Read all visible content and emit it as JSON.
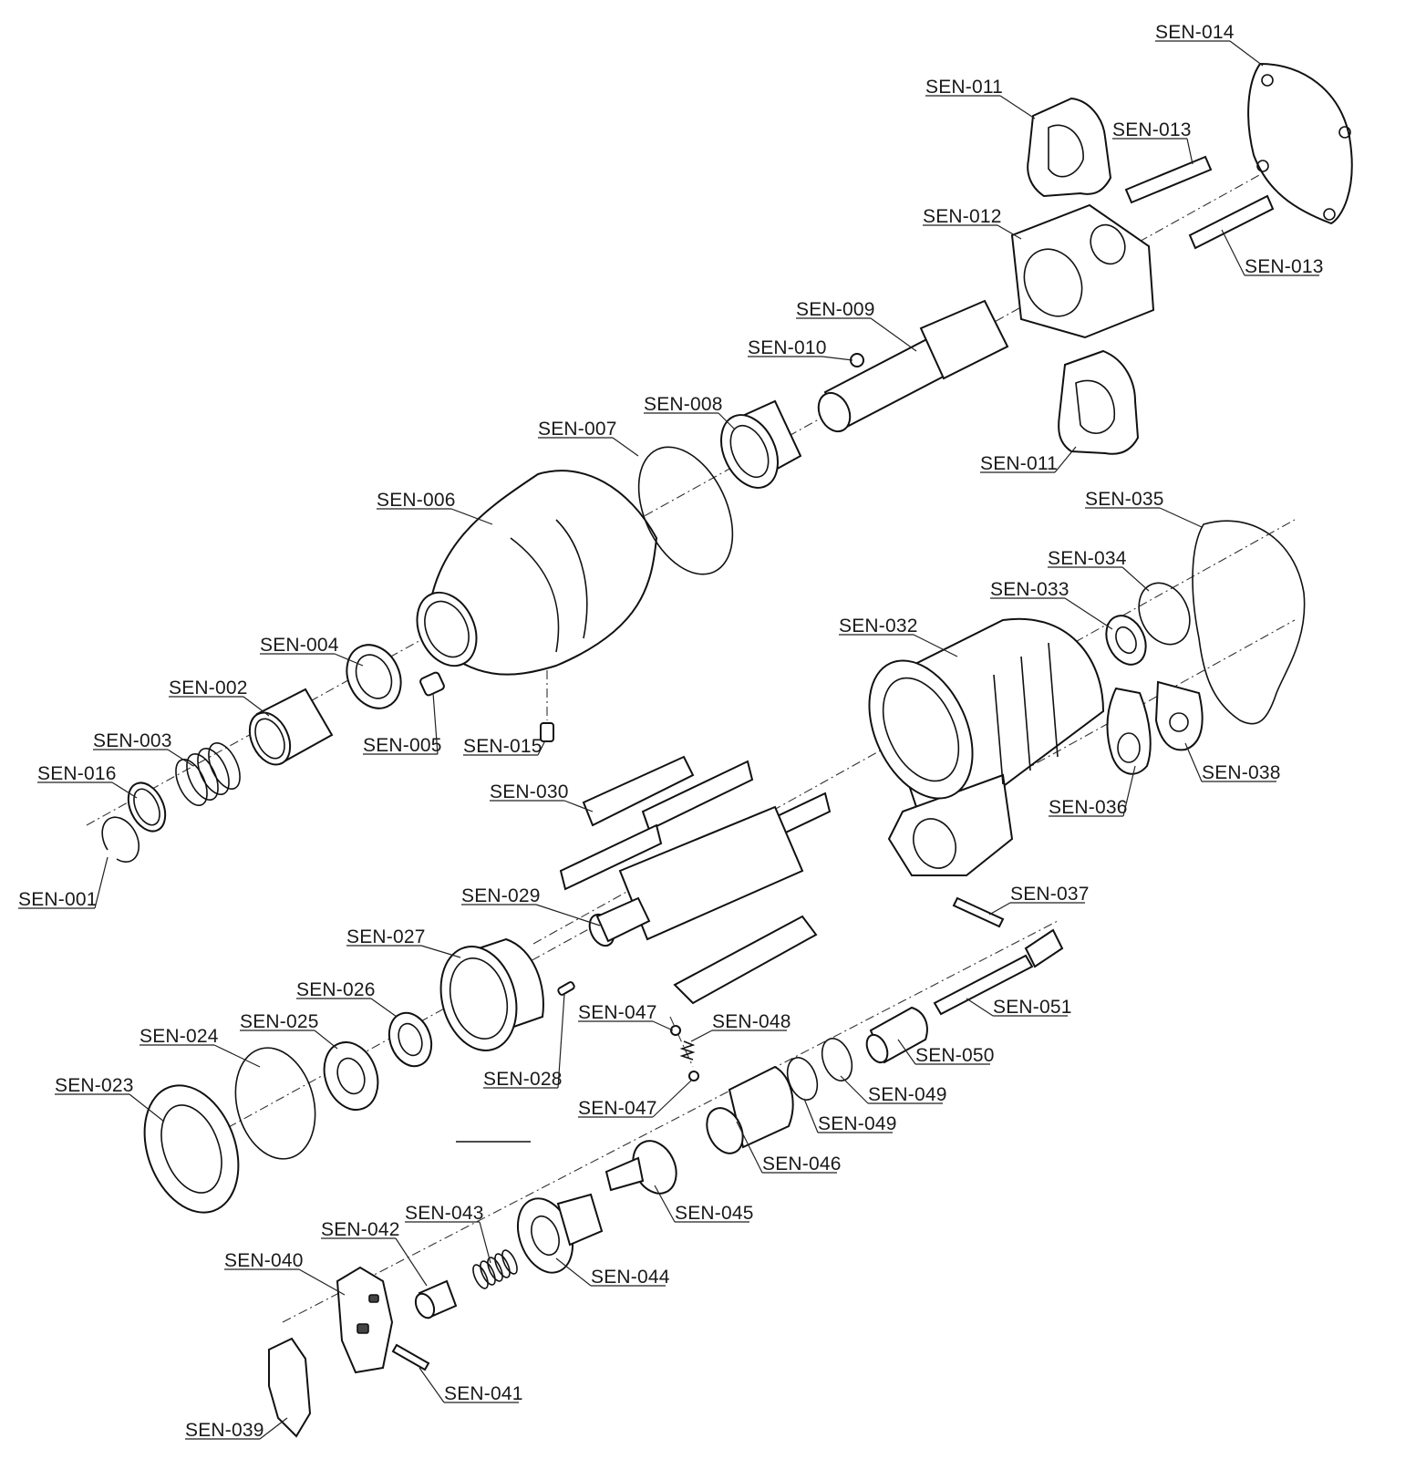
{
  "parts": [
    {
      "id": "SEN-001",
      "label": "SEN-001"
    },
    {
      "id": "SEN-002",
      "label": "SEN-002"
    },
    {
      "id": "SEN-003",
      "label": "SEN-003"
    },
    {
      "id": "SEN-004",
      "label": "SEN-004"
    },
    {
      "id": "SEN-005",
      "label": "SEN-005"
    },
    {
      "id": "SEN-006",
      "label": "SEN-006"
    },
    {
      "id": "SEN-007",
      "label": "SEN-007"
    },
    {
      "id": "SEN-008",
      "label": "SEN-008"
    },
    {
      "id": "SEN-009",
      "label": "SEN-009"
    },
    {
      "id": "SEN-010",
      "label": "SEN-010"
    },
    {
      "id": "SEN-011a",
      "label": "SEN-011"
    },
    {
      "id": "SEN-011b",
      "label": "SEN-011"
    },
    {
      "id": "SEN-012",
      "label": "SEN-012"
    },
    {
      "id": "SEN-013a",
      "label": "SEN-013"
    },
    {
      "id": "SEN-013b",
      "label": "SEN-013"
    },
    {
      "id": "SEN-014",
      "label": "SEN-014"
    },
    {
      "id": "SEN-015",
      "label": "SEN-015"
    },
    {
      "id": "SEN-016",
      "label": "SEN-016"
    },
    {
      "id": "SEN-023",
      "label": "SEN-023"
    },
    {
      "id": "SEN-024",
      "label": "SEN-024"
    },
    {
      "id": "SEN-025",
      "label": "SEN-025"
    },
    {
      "id": "SEN-026",
      "label": "SEN-026"
    },
    {
      "id": "SEN-027",
      "label": "SEN-027"
    },
    {
      "id": "SEN-028",
      "label": "SEN-028"
    },
    {
      "id": "SEN-029",
      "label": "SEN-029"
    },
    {
      "id": "SEN-030",
      "label": "SEN-030"
    },
    {
      "id": "SEN-032",
      "label": "SEN-032"
    },
    {
      "id": "SEN-033",
      "label": "SEN-033"
    },
    {
      "id": "SEN-034",
      "label": "SEN-034"
    },
    {
      "id": "SEN-035",
      "label": "SEN-035"
    },
    {
      "id": "SEN-036",
      "label": "SEN-036"
    },
    {
      "id": "SEN-037",
      "label": "SEN-037"
    },
    {
      "id": "SEN-038",
      "label": "SEN-038"
    },
    {
      "id": "SEN-039",
      "label": "SEN-039"
    },
    {
      "id": "SEN-040",
      "label": "SEN-040"
    },
    {
      "id": "SEN-041",
      "label": "SEN-041"
    },
    {
      "id": "SEN-042",
      "label": "SEN-042"
    },
    {
      "id": "SEN-043",
      "label": "SEN-043"
    },
    {
      "id": "SEN-044",
      "label": "SEN-044"
    },
    {
      "id": "SEN-045",
      "label": "SEN-045"
    },
    {
      "id": "SEN-046",
      "label": "SEN-046"
    },
    {
      "id": "SEN-047a",
      "label": "SEN-047"
    },
    {
      "id": "SEN-047b",
      "label": "SEN-047"
    },
    {
      "id": "SEN-048",
      "label": "SEN-048"
    },
    {
      "id": "SEN-049a",
      "label": "SEN-049"
    },
    {
      "id": "SEN-049b",
      "label": "SEN-049"
    },
    {
      "id": "SEN-050",
      "label": "SEN-050"
    },
    {
      "id": "SEN-051",
      "label": "SEN-051"
    }
  ]
}
